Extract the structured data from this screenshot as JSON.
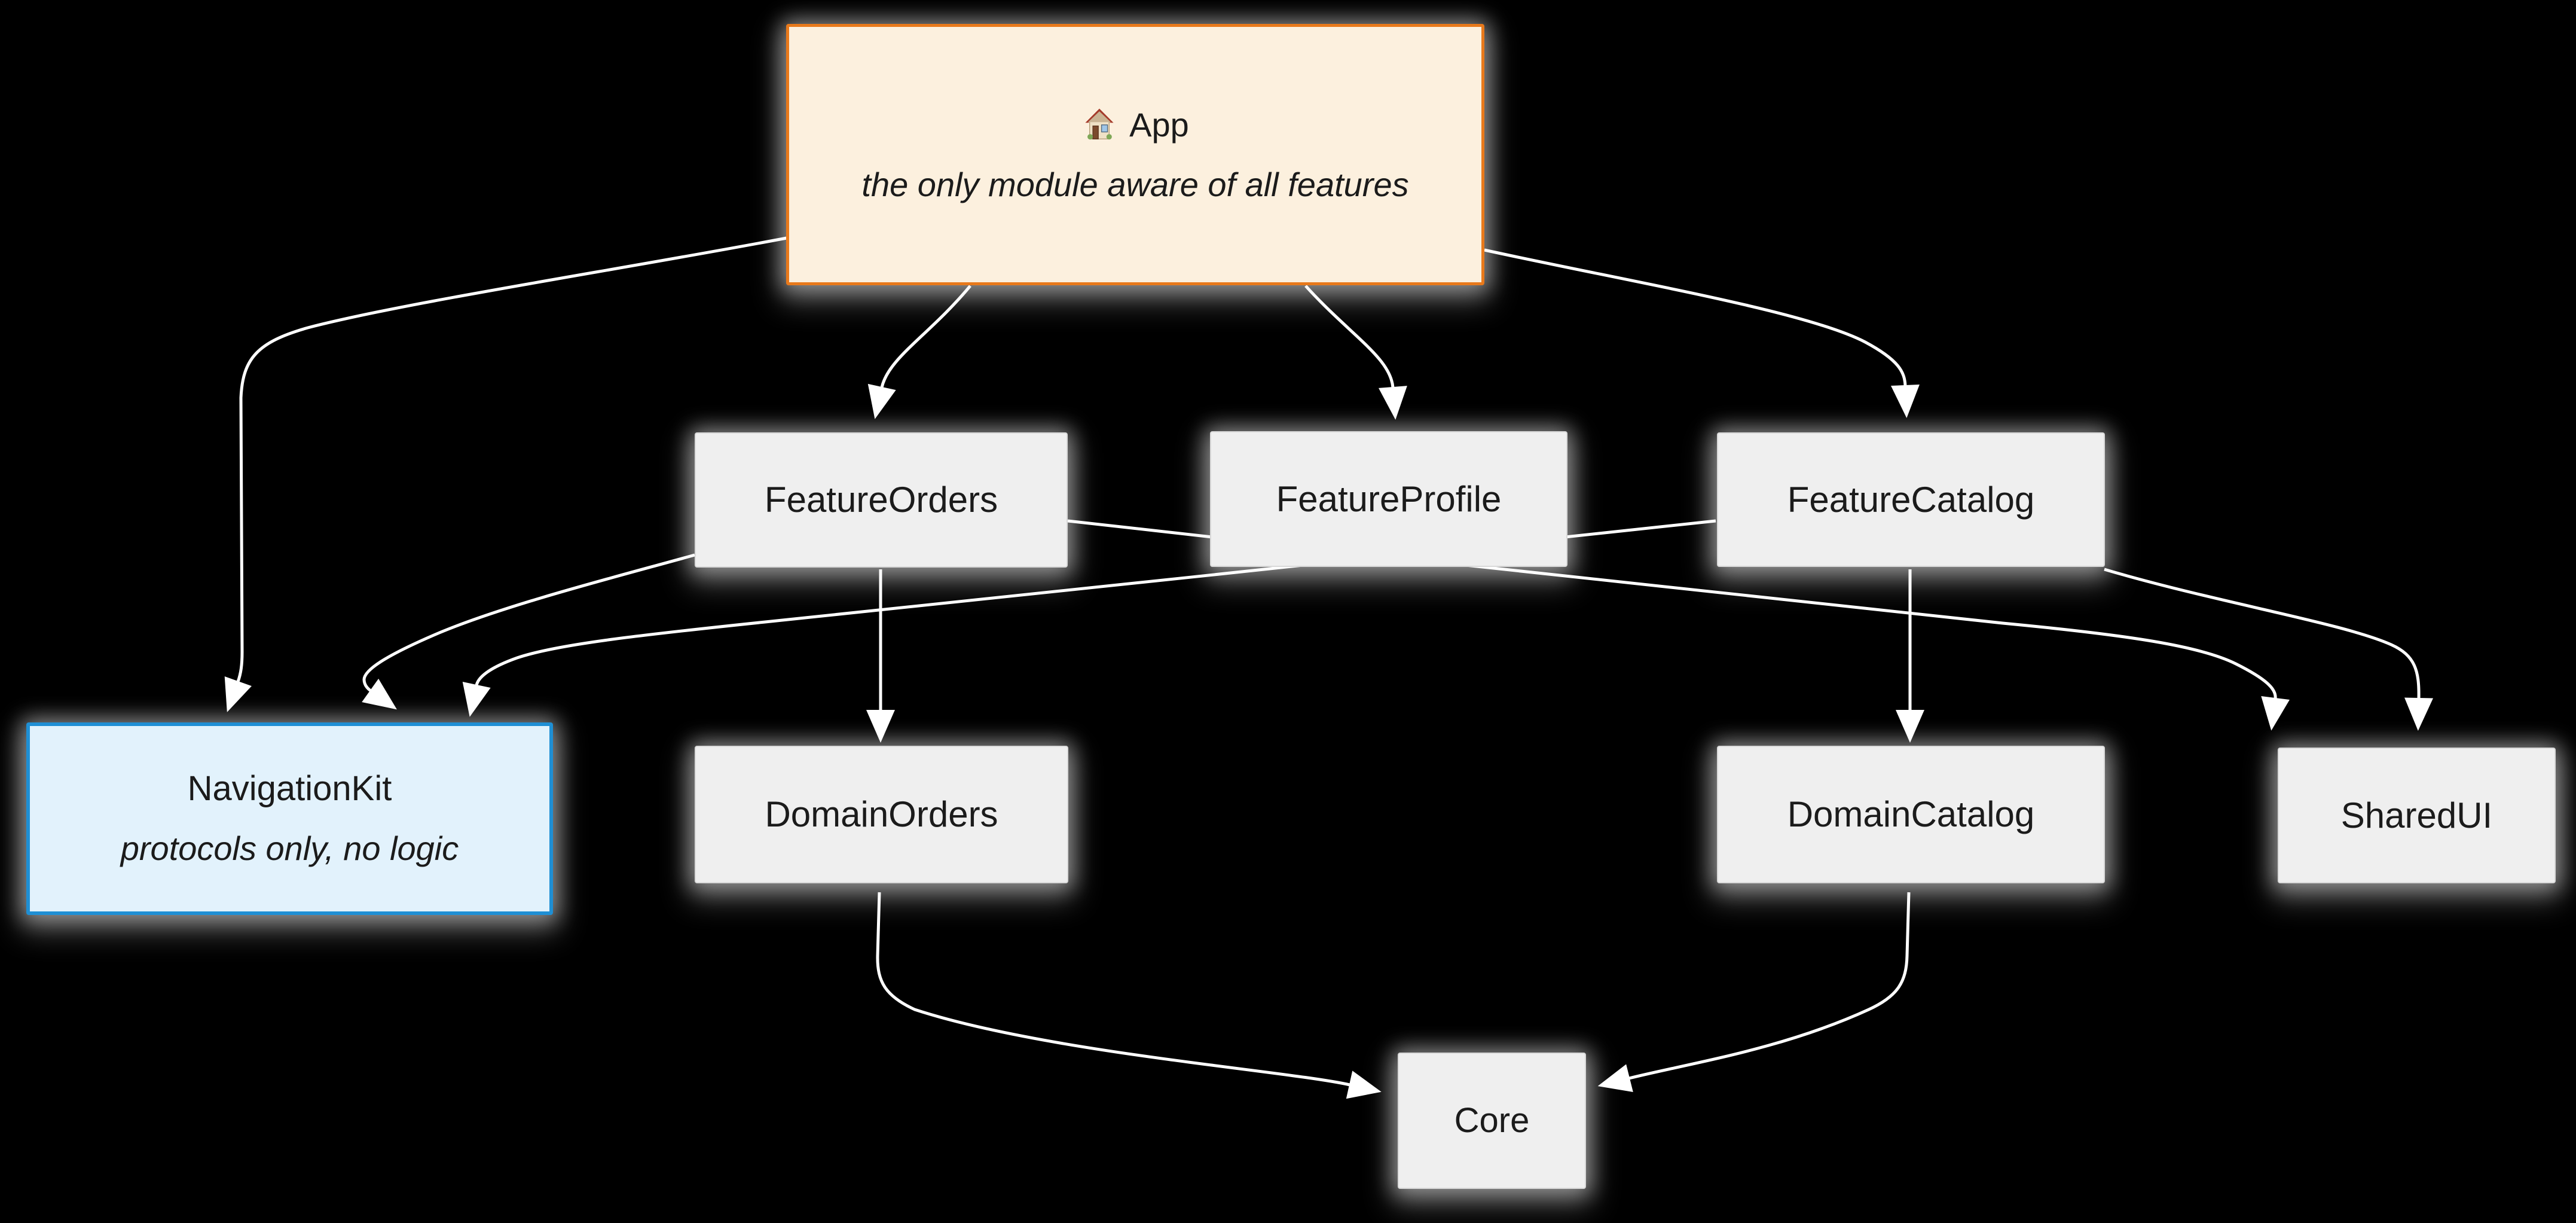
{
  "diagram": {
    "background": "#000000",
    "edge_color": "#ffffff",
    "nodes": [
      {
        "id": "app",
        "label": "App",
        "icon": "house-emoji",
        "subtitle": "the only module aware of all features",
        "fill": "#FCF0DE",
        "border": "#E8791B"
      },
      {
        "id": "feature-orders",
        "label": "FeatureOrders",
        "fill": "#EFEFEF",
        "border": "#D9D9D9"
      },
      {
        "id": "feature-profile",
        "label": "FeatureProfile",
        "fill": "#EFEFEF",
        "border": "#D9D9D9"
      },
      {
        "id": "feature-catalog",
        "label": "FeatureCatalog",
        "fill": "#EFEFEF",
        "border": "#D9D9D9"
      },
      {
        "id": "navigation-kit",
        "label": "NavigationKit",
        "subtitle": "protocols only, no logic",
        "fill": "#E2F2FC",
        "border": "#1F8FD4"
      },
      {
        "id": "domain-orders",
        "label": "DomainOrders",
        "fill": "#EFEFEF",
        "border": "#D9D9D9"
      },
      {
        "id": "domain-catalog",
        "label": "DomainCatalog",
        "fill": "#EFEFEF",
        "border": "#D9D9D9"
      },
      {
        "id": "shared-ui",
        "label": "SharedUI",
        "fill": "#EFEFEF",
        "border": "#D9D9D9"
      },
      {
        "id": "core",
        "label": "Core",
        "fill": "#EFEFEF",
        "border": "#D9D9D9"
      }
    ],
    "edges": [
      {
        "from": "App",
        "to": "FeatureOrders"
      },
      {
        "from": "App",
        "to": "FeatureProfile"
      },
      {
        "from": "App",
        "to": "FeatureCatalog"
      },
      {
        "from": "App",
        "to": "NavigationKit"
      },
      {
        "from": "FeatureOrders",
        "to": "NavigationKit"
      },
      {
        "from": "FeatureOrders",
        "to": "DomainOrders"
      },
      {
        "from": "FeatureOrders",
        "to": "SharedUI"
      },
      {
        "from": "FeatureCatalog",
        "to": "NavigationKit"
      },
      {
        "from": "FeatureCatalog",
        "to": "DomainCatalog"
      },
      {
        "from": "FeatureCatalog",
        "to": "SharedUI"
      },
      {
        "from": "DomainOrders",
        "to": "Core"
      },
      {
        "from": "DomainCatalog",
        "to": "Core"
      }
    ]
  }
}
